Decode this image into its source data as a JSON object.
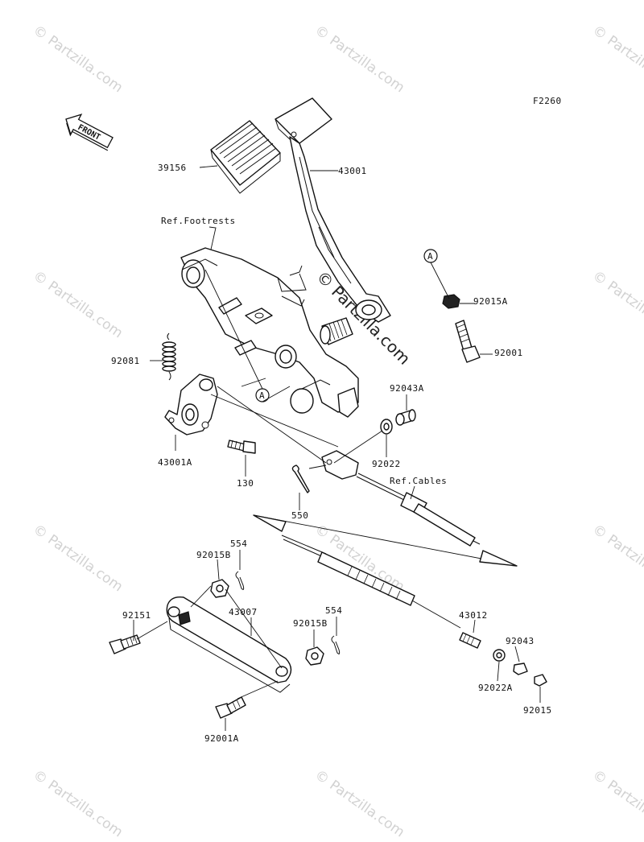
{
  "diagram": {
    "code": "F2260",
    "front_label": "FRONT",
    "watermark": "© Partzilla.com",
    "ref_labels": {
      "footrests": "Ref.Footrests",
      "cables": "Ref.Cables"
    },
    "callout_letter": "A",
    "parts": {
      "p39156": "39156",
      "p43001": "43001",
      "p92015A": "92015A",
      "p92001": "92001",
      "p92081": "92081",
      "p92043A": "92043A",
      "p43001A": "43001A",
      "p92022": "92022",
      "p130": "130",
      "p550": "550",
      "p554a": "554",
      "p92015Ba": "92015B",
      "p92151": "92151",
      "p43007": "43007",
      "p554b": "554",
      "p92015Bb": "92015B",
      "p43012": "43012",
      "p92043": "92043",
      "p92022A": "92022A",
      "p92015": "92015",
      "p92001A": "92001A"
    }
  }
}
